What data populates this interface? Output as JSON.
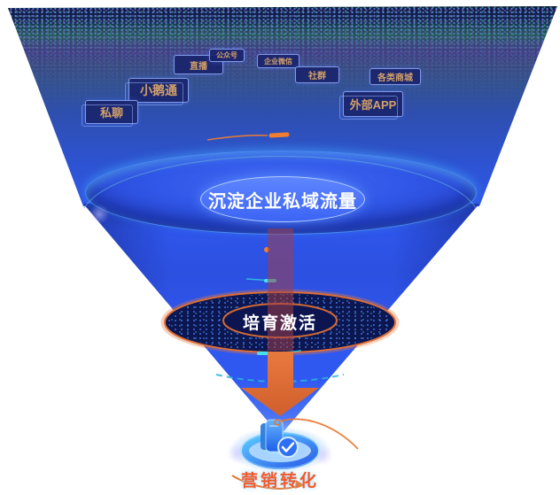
{
  "funnel": {
    "stage1": {
      "label": "沉淀企业私域流量"
    },
    "stage2": {
      "label": "培育激活"
    },
    "stage3": {
      "label": "营销转化"
    }
  },
  "source_tags": [
    {
      "name": "live-stream",
      "label": "直播"
    },
    {
      "name": "official-account",
      "label": "公众号"
    },
    {
      "name": "wecom",
      "label": "企业微信"
    },
    {
      "name": "xiaoetong",
      "label": "小鹅通"
    },
    {
      "name": "private-chat",
      "label": "私聊"
    },
    {
      "name": "community",
      "label": "社群"
    },
    {
      "name": "all-kinds-malls",
      "label": "各类商城"
    },
    {
      "name": "external-app",
      "label": "外部APP"
    }
  ],
  "colors": {
    "funnel_blue": "#2e55ea",
    "deep_navy": "#0c1650",
    "accent_orange": "#e8722e",
    "accent_teal": "#3fd6e8",
    "tag_text": "#d2a06a",
    "stage_text": "#ffffff",
    "conversion_text": "#f4582a"
  }
}
